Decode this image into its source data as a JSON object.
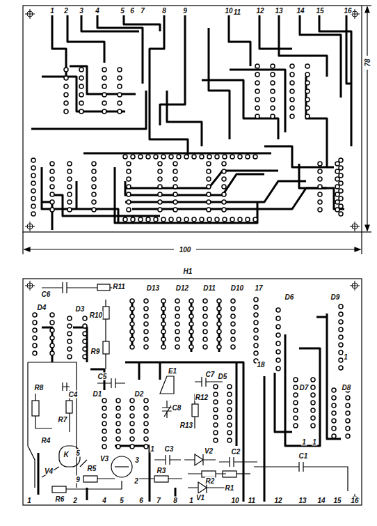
{
  "diagram": {
    "labels": [
      "1",
      "2",
      "3",
      "4",
      "5",
      "6",
      "7",
      "8",
      "9",
      "10",
      "11",
      "12",
      "13",
      "14",
      "15",
      "16",
      "78",
      "100",
      "H1",
      "C6",
      "R11",
      "D13",
      "D12",
      "D11",
      "D10",
      "17",
      "D6",
      "D9",
      "D4",
      "D3",
      "R10",
      "R9",
      "18",
      "D7",
      "D8",
      "1",
      "1",
      "C5",
      "D1",
      "D2",
      "E1",
      "C7",
      "C8",
      "R12",
      "D5",
      "R13",
      "C4",
      "R8",
      "R7",
      "R4",
      "K",
      "5",
      "V4",
      "9",
      "V3",
      "3",
      "2",
      "C3",
      "V2",
      "C2",
      "R5",
      "R3",
      "R2",
      "R1",
      "C1",
      "R6",
      "V1",
      "1",
      "1",
      "1",
      "2",
      "4",
      "5",
      "6",
      "7",
      "8",
      "1",
      "10",
      "11",
      "12",
      "13",
      "14",
      "15",
      "16"
    ]
  }
}
